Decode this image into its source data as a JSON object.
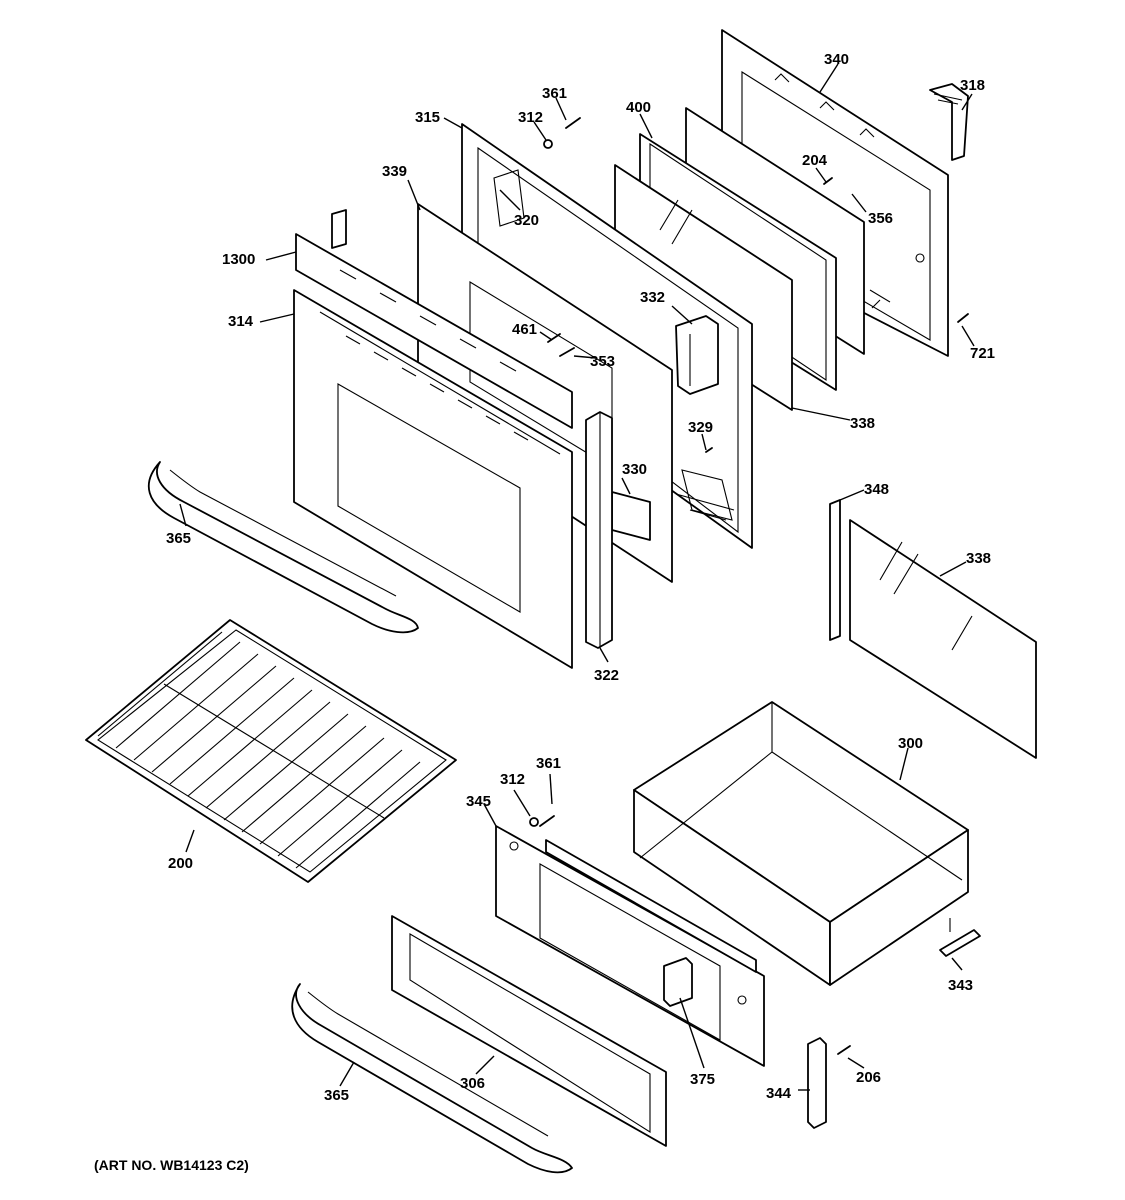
{
  "art_no": "(ART NO. WB14123 C2)",
  "callouts": {
    "c340": "340",
    "c318": "318",
    "c361a": "361",
    "c400": "400",
    "c312a": "312",
    "c315": "315",
    "c339": "339",
    "c320": "320",
    "c204": "204",
    "c356": "356",
    "c1300": "1300",
    "c332": "332",
    "c461": "461",
    "c353": "353",
    "c314": "314",
    "c721": "721",
    "c338a": "338",
    "c329": "329",
    "c330": "330",
    "c348": "348",
    "c365a": "365",
    "c338b": "338",
    "c322": "322",
    "c300": "300",
    "c361b": "361",
    "c312b": "312",
    "c345": "345",
    "c200": "200",
    "c343": "343",
    "c375": "375",
    "c344": "344",
    "c206": "206",
    "c306": "306",
    "c365b": "365"
  }
}
